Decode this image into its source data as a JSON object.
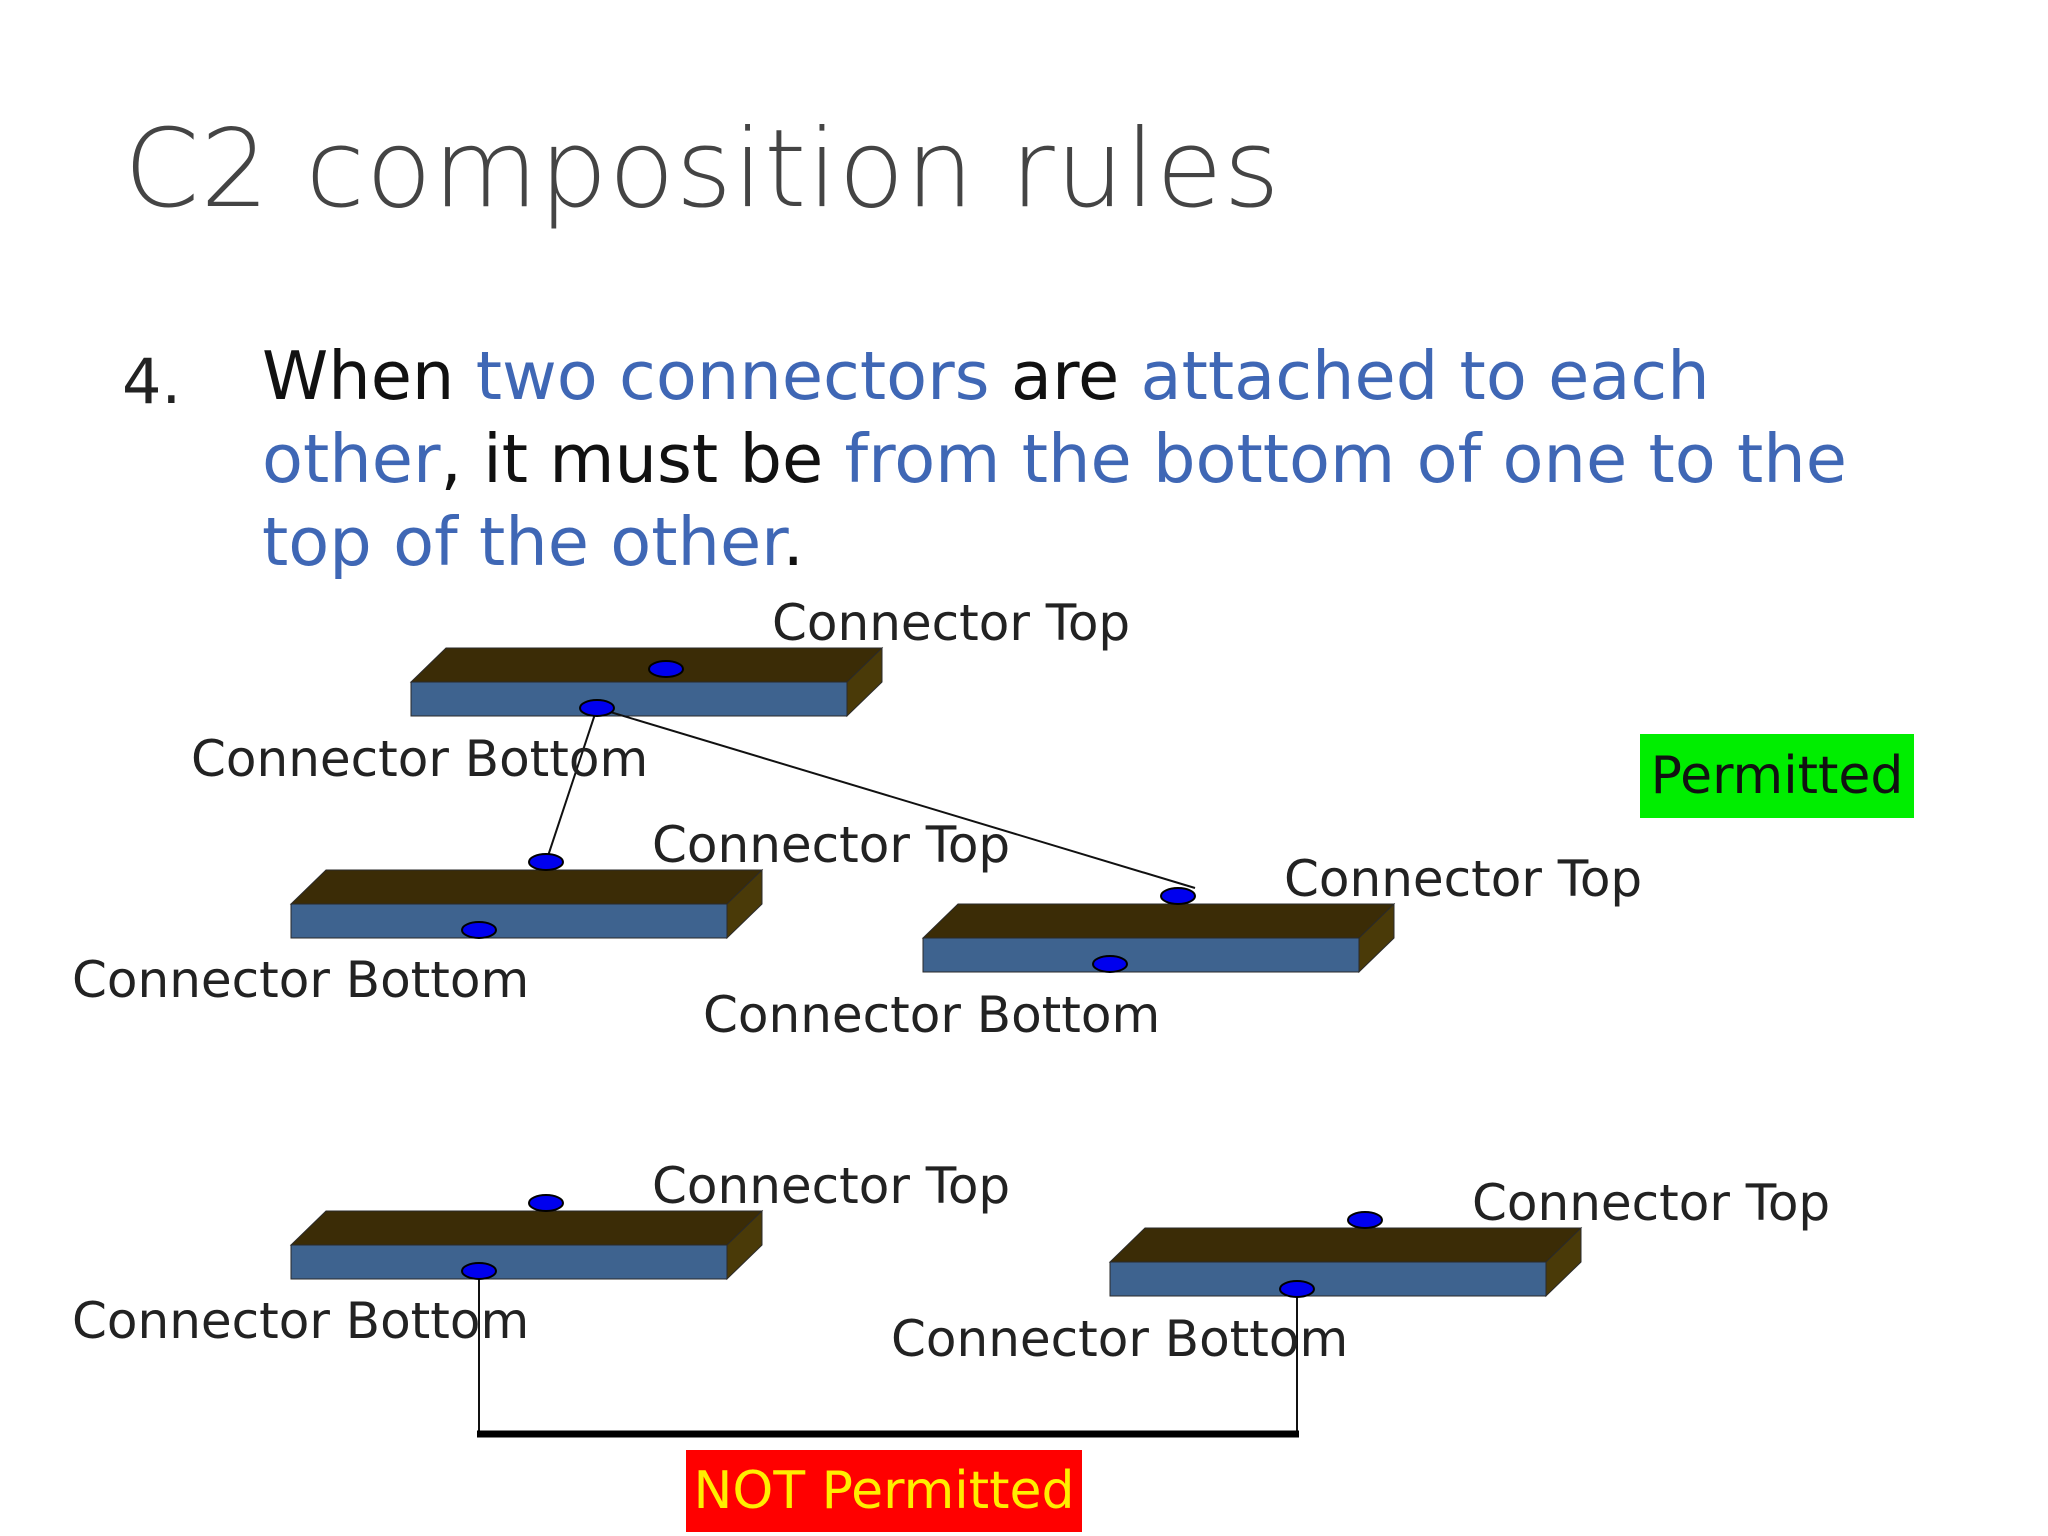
{
  "slide": {
    "title": "C2 composition rules",
    "rule": {
      "number": "4.",
      "segments": [
        {
          "text": "When ",
          "highlight": false
        },
        {
          "text": "two connectors",
          "highlight": true
        },
        {
          "text": " are ",
          "highlight": false
        },
        {
          "text": "attached to each other",
          "highlight": true
        },
        {
          "text": ", it must be ",
          "highlight": false
        },
        {
          "text": "from the bottom of one to the top of the other",
          "highlight": true
        },
        {
          "text": ".",
          "highlight": false
        }
      ]
    }
  },
  "diagram": {
    "connector_top_label": "Connector Top",
    "connector_bottom_label": "Connector Bottom",
    "permitted_label": "Permitted",
    "not_permitted_label": "NOT Permitted"
  },
  "colors": {
    "highlight_text": "#3f67b5",
    "connector_top_face": "#3b2c06",
    "connector_front_face": "#3e638f",
    "connector_side_face": "#4a3a08",
    "port": "#0000ee",
    "permitted_bg": "#00ee00",
    "not_permitted_bg": "#ff0000",
    "not_permitted_text": "#ffee00"
  }
}
